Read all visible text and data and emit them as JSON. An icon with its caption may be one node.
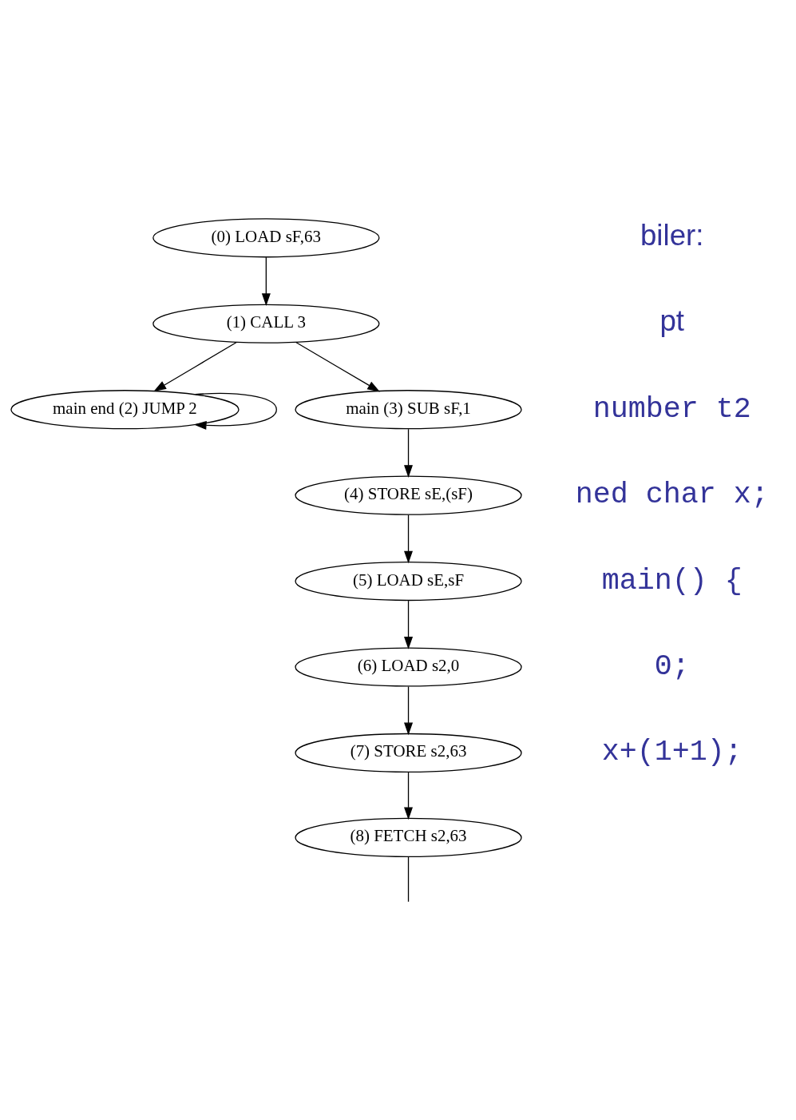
{
  "diagram": {
    "nodes": [
      {
        "text": [
          "(0) LOAD sF,63"
        ]
      },
      {
        "text": [
          "(1) CALL 3"
        ]
      },
      {
        "text": [
          "main end (2) JUMP 2"
        ]
      },
      {
        "text": [
          "main (3) SUB sF,1"
        ]
      },
      {
        "text": [
          "(4) STORE sE,(sF)"
        ]
      },
      {
        "text": [
          "(5) LOAD sE,sF"
        ]
      },
      {
        "text": [
          "(6) LOAD s2,0"
        ]
      },
      {
        "text": [
          "(7) STORE s2,63"
        ]
      },
      {
        "text": [
          "(8) FETCH s2,63"
        ]
      }
    ],
    "edges": [
      {
        "from": 0,
        "to": 1,
        "arrow": "to"
      },
      {
        "from": 1,
        "to": 2,
        "arrow": "to"
      },
      {
        "from": 1,
        "to": 3,
        "arrow": "to"
      },
      {
        "from": 2,
        "to": 2,
        "arrow": "to"
      },
      {
        "from": 3,
        "to": 4,
        "arrow": "to"
      },
      {
        "from": 4,
        "to": 5,
        "arrow": "to"
      },
      {
        "from": 5,
        "to": 6,
        "arrow": "to"
      },
      {
        "from": 6,
        "to": 7,
        "arrow": "to"
      },
      {
        "from": 7,
        "to": 8,
        "arrow": "to"
      },
      {
        "from": 8,
        "to": null,
        "arrow": "none"
      }
    ],
    "labels": [
      "biler:",
      "pt",
      "number t2",
      "ned char x;",
      "main() {",
      "0;",
      "x+(1+1);"
    ]
  }
}
